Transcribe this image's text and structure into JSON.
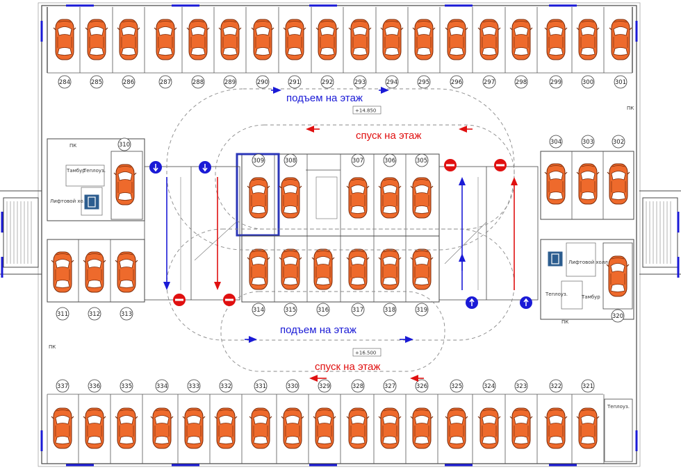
{
  "labels": {
    "up_top": "подъем на этаж",
    "down_top": "спуск на этаж",
    "up_bottom": "подъем на этаж",
    "down_bottom": "спуск на этаж",
    "elev_top": "+14.850",
    "elev_bottom": "+16.500",
    "lift_hall": "Лифтовой холл",
    "tambur": "Тамбур",
    "teplonode": "Теплоуз.",
    "pk": "ПК"
  },
  "colors": {
    "car": "#ee6a2c",
    "car_outline": "#7a2a08",
    "blue": "#1a1ad6",
    "red": "#e01010",
    "line": "#444444",
    "highlight": "#2b36b8",
    "lift_icon": "#2c5d8f"
  },
  "icons": {
    "entry_sign": "blue-down-arrow-sign",
    "no_entry": "no-entry-sign",
    "up_sign": "blue-up-arrow-sign",
    "lift": "lift-icon"
  },
  "selected_spot": "309",
  "spot_numbers": {
    "top_row": [
      "284",
      "285",
      "286",
      "287",
      "288",
      "289",
      "290",
      "291",
      "292",
      "293",
      "294",
      "295",
      "296",
      "297",
      "298",
      "299",
      "300",
      "301"
    ],
    "bottom_row": [
      "337",
      "336",
      "335",
      "334",
      "333",
      "332",
      "331",
      "330",
      "329",
      "328",
      "327",
      "326",
      "325",
      "324",
      "323",
      "322",
      "321"
    ],
    "mid_upper": [
      "309",
      "308",
      "307",
      "306",
      "305"
    ],
    "mid_lower": [
      "314",
      "315",
      "316",
      "317",
      "318",
      "319"
    ],
    "left_single": [
      "310"
    ],
    "left_block": [
      "311",
      "312",
      "313"
    ],
    "right_block": [
      "304",
      "303",
      "302"
    ],
    "right_single": [
      "320"
    ]
  }
}
